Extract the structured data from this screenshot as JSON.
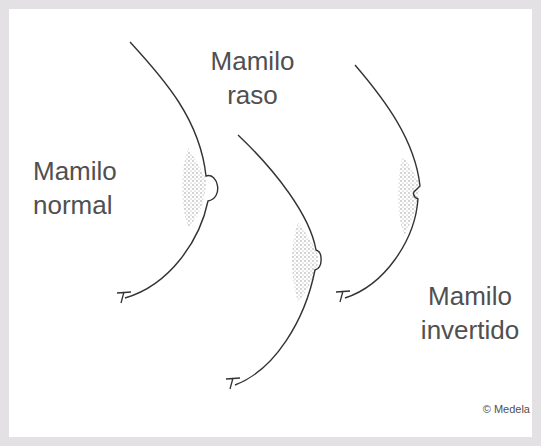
{
  "diagram": {
    "labels": [
      "Mamilo normal",
      "Mamilo raso",
      "Mamilo invertido",
      "© Medela"
    ]
  }
}
